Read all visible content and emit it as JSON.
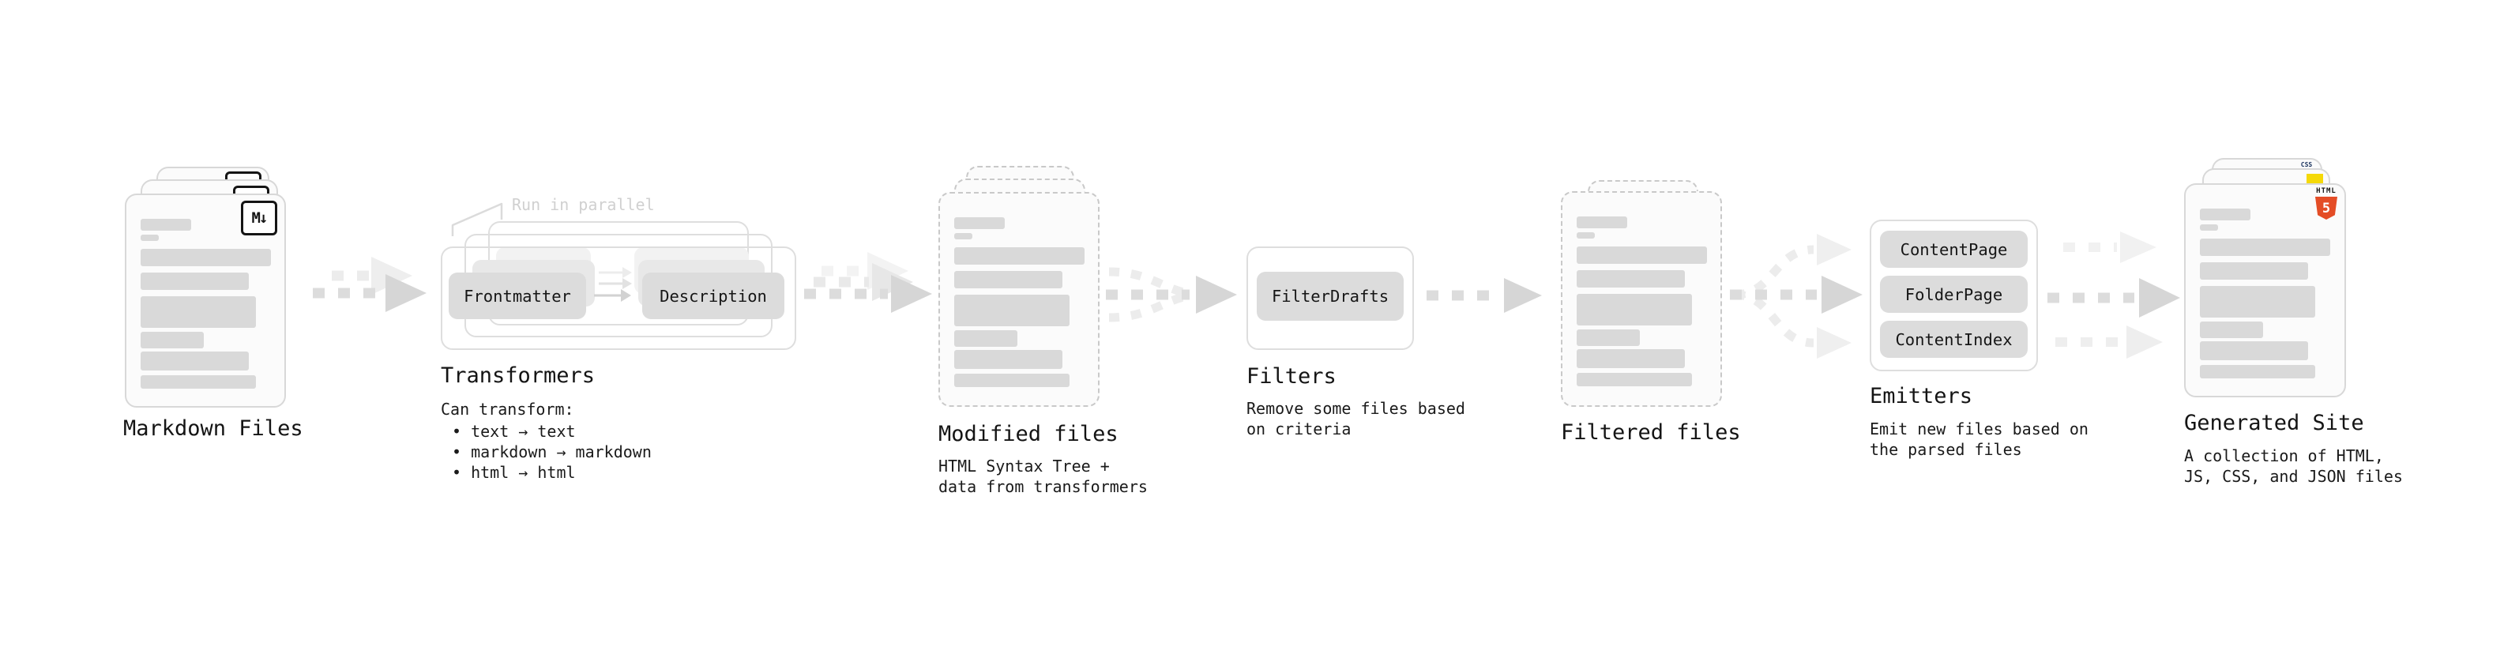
{
  "stages": {
    "markdown": {
      "label": "Markdown Files",
      "badge": "M↓"
    },
    "transformers": {
      "label": "Transformers",
      "annotation": "Run in parallel",
      "button_frontmatter": "Frontmatter",
      "button_description": "Description",
      "desc_heading": "Can transform:",
      "bullets": [
        "• text → text",
        "• markdown → markdown",
        "• html → html"
      ]
    },
    "modified": {
      "label": "Modified files",
      "desc_lines": [
        "HTML Syntax Tree +",
        "data from transformers"
      ]
    },
    "filters": {
      "label": "Filters",
      "button_filter_drafts": "FilterDrafts",
      "desc_lines": [
        "Remove some files based",
        "on criteria"
      ]
    },
    "filtered": {
      "label": "Filtered files"
    },
    "emitters": {
      "label": "Emitters",
      "button_content_page": "ContentPage",
      "button_folder_page": "FolderPage",
      "button_content_index": "ContentIndex",
      "desc_lines": [
        "Emit new files based on",
        "the parsed files"
      ]
    },
    "generated": {
      "label": "Generated Site",
      "desc_lines": [
        "A collection of HTML,",
        "JS, CSS, and JSON files"
      ],
      "badge_css": "CSS",
      "badge_html_text": "HTML",
      "badge_html_number": "5"
    }
  },
  "colors": {
    "html5_orange": "#e44d26",
    "js_yellow": "#f5d908",
    "css_blue": "#2760e5",
    "arrow_gray": "#dcdcdc",
    "arrow_faint": "#ececec",
    "text": "#161616"
  }
}
